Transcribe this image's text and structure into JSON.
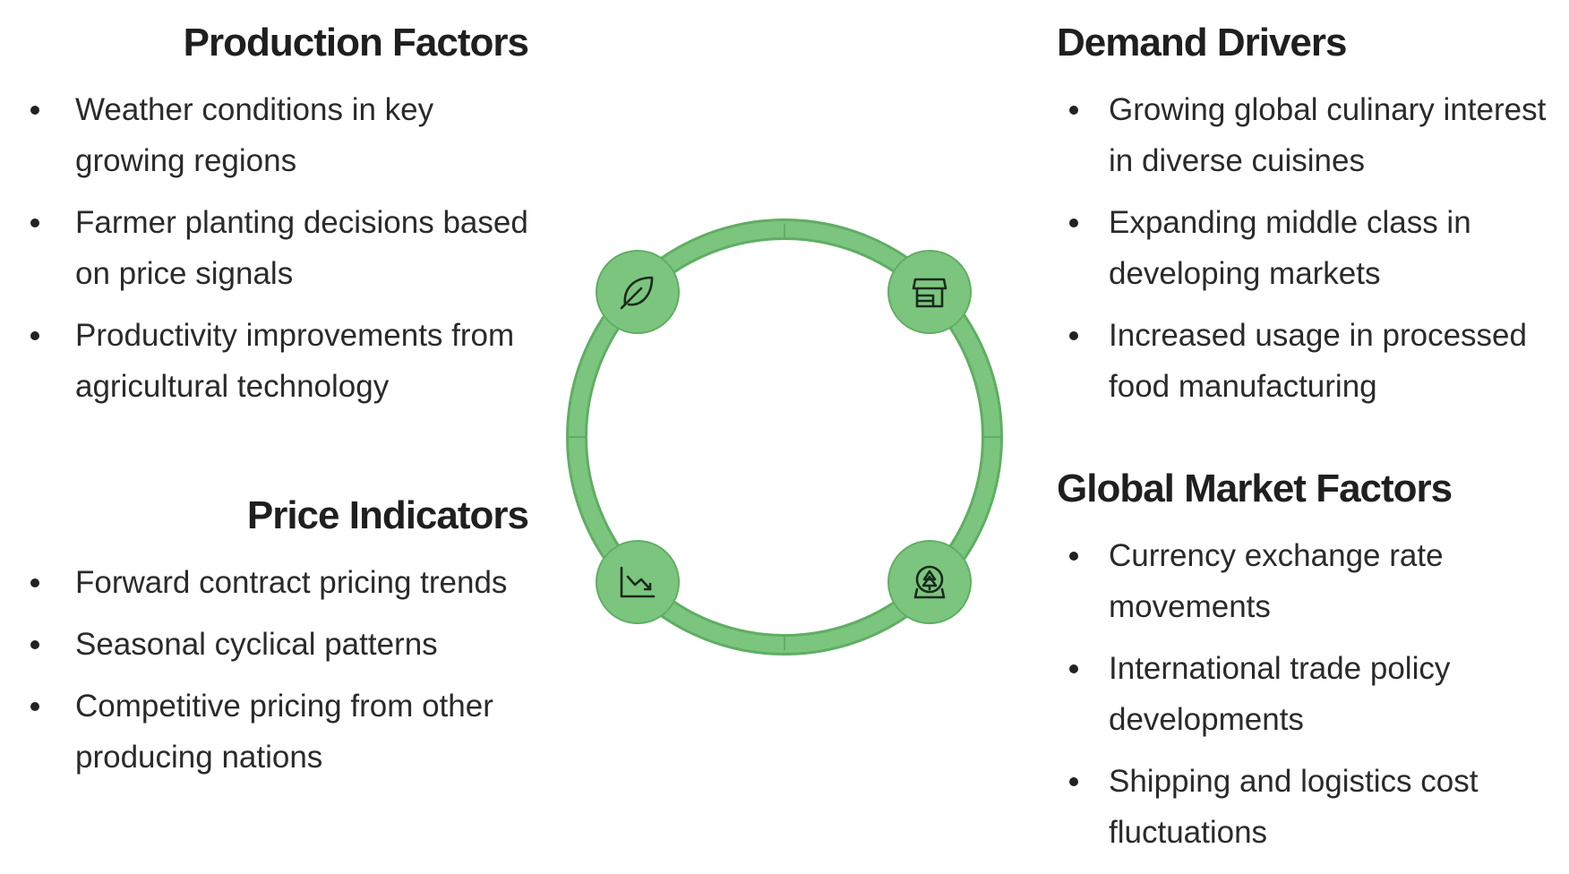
{
  "production": {
    "title": "Production Factors",
    "items": [
      "Weather conditions in key growing regions",
      "Farmer planting decisions based on price signals",
      "Productivity improvements from agricultural technology"
    ]
  },
  "price": {
    "title": "Price Indicators",
    "items": [
      "Forward contract pricing trends",
      "Seasonal cyclical patterns",
      "Competitive pricing from other producing nations"
    ]
  },
  "demand": {
    "title": "Demand Drivers",
    "items": [
      "Growing global culinary interest in diverse cuisines",
      "Expanding middle class in developing markets",
      "Increased usage in processed food manufacturing"
    ]
  },
  "global": {
    "title": "Global Market Factors",
    "items": [
      "Currency exchange rate movements",
      "International trade policy developments",
      "Shipping and logistics cost fluctuations"
    ]
  },
  "diagram": {
    "ring_color": "#7cc57f",
    "ring_stroke": "#5fae63",
    "icon_color": "#1b2a1c",
    "nodes": [
      {
        "name": "production-node",
        "icon": "leaf-icon"
      },
      {
        "name": "demand-node",
        "icon": "storefront-icon"
      },
      {
        "name": "price-node",
        "icon": "chart-down-icon"
      },
      {
        "name": "global-node",
        "icon": "snow-globe-icon"
      }
    ]
  }
}
